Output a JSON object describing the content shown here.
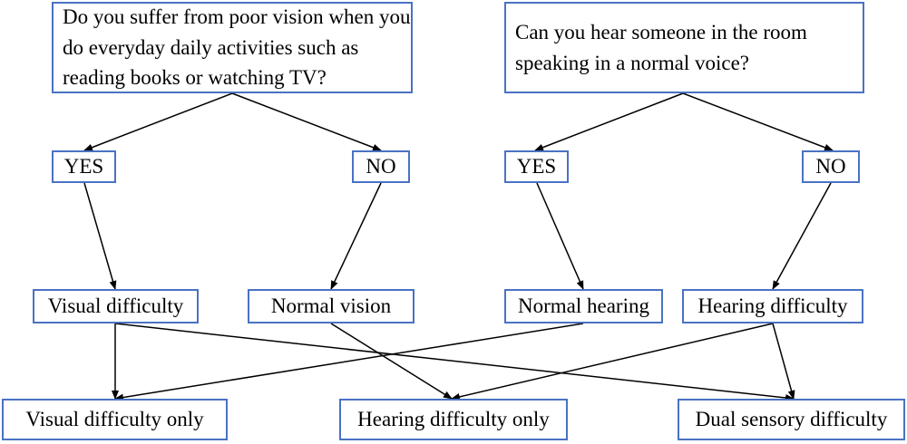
{
  "diagram": {
    "questions": {
      "vision": "Do you suffer from poor vision when you do everyday daily activities such as reading books or watching TV?",
      "hearing": "Can you hear someone in the room speaking in a normal voice?"
    },
    "answers": {
      "vision_yes": "YES",
      "vision_no": "NO",
      "hearing_yes": "YES",
      "hearing_no": "NO"
    },
    "status": {
      "visual_difficulty": "Visual difficulty",
      "normal_vision": "Normal vision",
      "normal_hearing": "Normal hearing",
      "hearing_difficulty": "Hearing difficulty"
    },
    "outcomes": {
      "visual_only": "Visual difficulty only",
      "hearing_only": "Hearing difficulty only",
      "dual": "Dual sensory difficulty"
    },
    "colors": {
      "box_border": "#4a72c4",
      "arrow": "#000000"
    }
  }
}
